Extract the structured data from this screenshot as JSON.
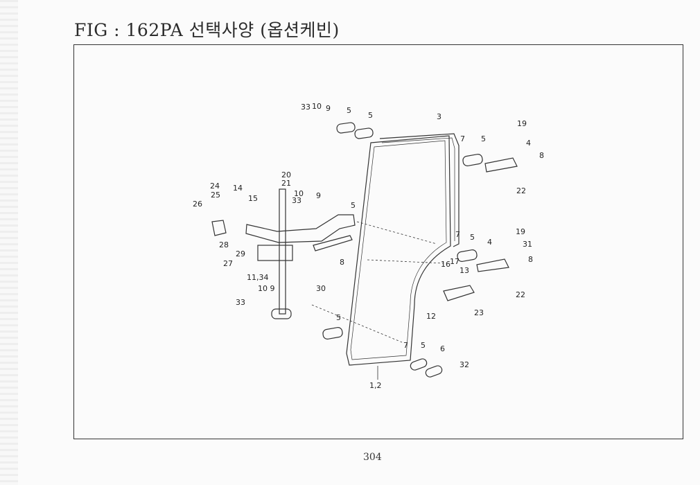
{
  "header": {
    "title": "FIG : 162PA 선택사양 (옵션케빈)"
  },
  "footer": {
    "page_number": "304"
  },
  "diagram": {
    "callouts": [
      "33",
      "10",
      "9",
      "5",
      "5",
      "3",
      "19",
      "7",
      "5",
      "4",
      "8",
      "22",
      "20",
      "21",
      "24",
      "14",
      "25",
      "15",
      "10",
      "33",
      "9",
      "5",
      "26",
      "28",
      "27",
      "29",
      "11,34",
      "30",
      "8",
      "7",
      "5",
      "19",
      "4",
      "31",
      "8",
      "17",
      "16",
      "13",
      "22",
      "10 9",
      "33",
      "12",
      "23",
      "5",
      "7",
      "5",
      "6",
      "32",
      "1,2"
    ]
  }
}
